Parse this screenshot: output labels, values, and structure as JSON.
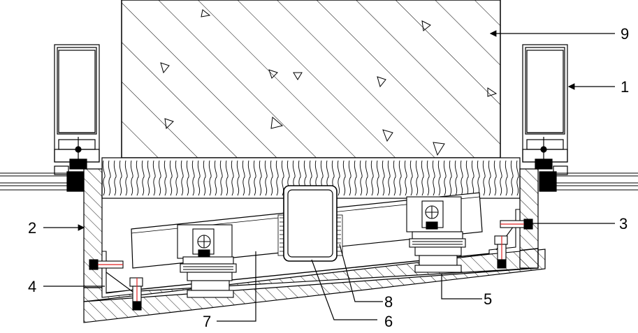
{
  "drawing": {
    "callouts": [
      {
        "id": "c1",
        "label": "1"
      },
      {
        "id": "c2",
        "label": "2"
      },
      {
        "id": "c3",
        "label": "3"
      },
      {
        "id": "c4",
        "label": "4"
      },
      {
        "id": "c5",
        "label": "5"
      },
      {
        "id": "c6",
        "label": "6"
      },
      {
        "id": "c7",
        "label": "7"
      },
      {
        "id": "c8",
        "label": "8"
      },
      {
        "id": "c9",
        "label": "9"
      }
    ],
    "colors": {
      "line": "#000000",
      "bolt_accent": "#e02020",
      "background": "#ffffff"
    }
  }
}
